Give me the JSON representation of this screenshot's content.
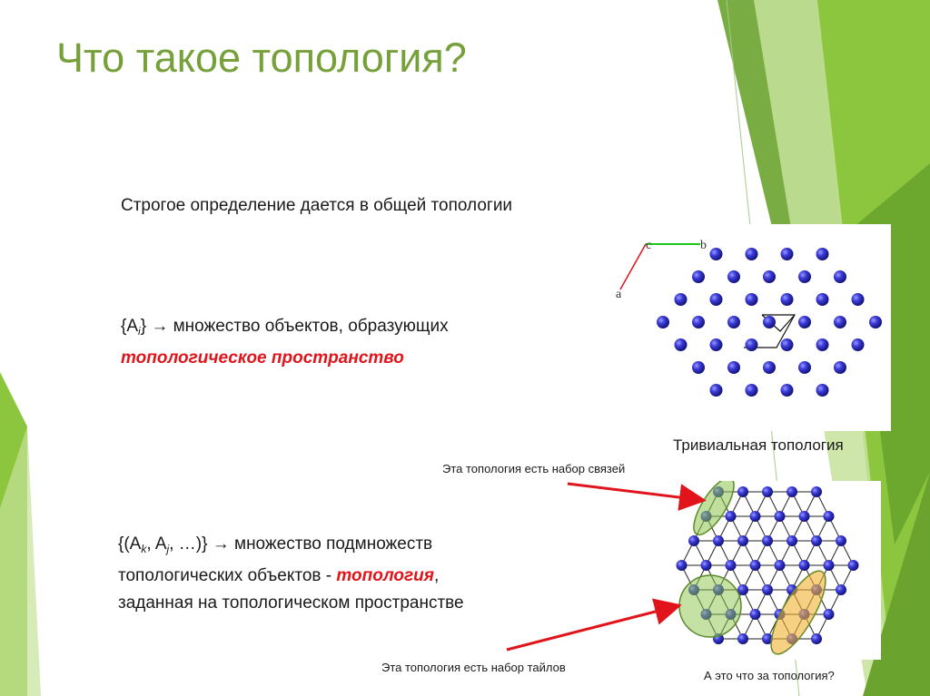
{
  "slide": {
    "title": "Что такое топология?",
    "definition": "Строгое определение дается в общей топологии",
    "set1": {
      "open": "{A",
      "sub_i": "i",
      "rest": "} → множество объектов, образующих",
      "highlight": "топологическое пространство"
    },
    "set2": {
      "line1_open": "{(A",
      "sub_k": "k",
      "sep": ", A",
      "sub_j": "j",
      "line1_rest": ", …)} → множество подмножеств",
      "line2_text": "топологических объектов - ",
      "line2_highlight": "топология",
      "line2_end": ",",
      "line3": "заданная на топологическом пространстве"
    }
  },
  "figures": {
    "lattice_axis": {
      "a": "a",
      "b": "b",
      "c": "c"
    },
    "trivial_caption": "Тривиальная топология",
    "bonds_caption": "Эта топология есть набор связей",
    "tiles_caption": "Эта топология есть набор тайлов",
    "question_caption": "А это что за топология?"
  },
  "colors": {
    "title": "#76a03a",
    "highlight": "#e0141a",
    "atom": "#3a3ad8",
    "arrow": "#e0141a",
    "ellipse_green": "#8cc44a",
    "ellipse_orange": "#f0b030",
    "deco_green": "#8cc63f"
  }
}
